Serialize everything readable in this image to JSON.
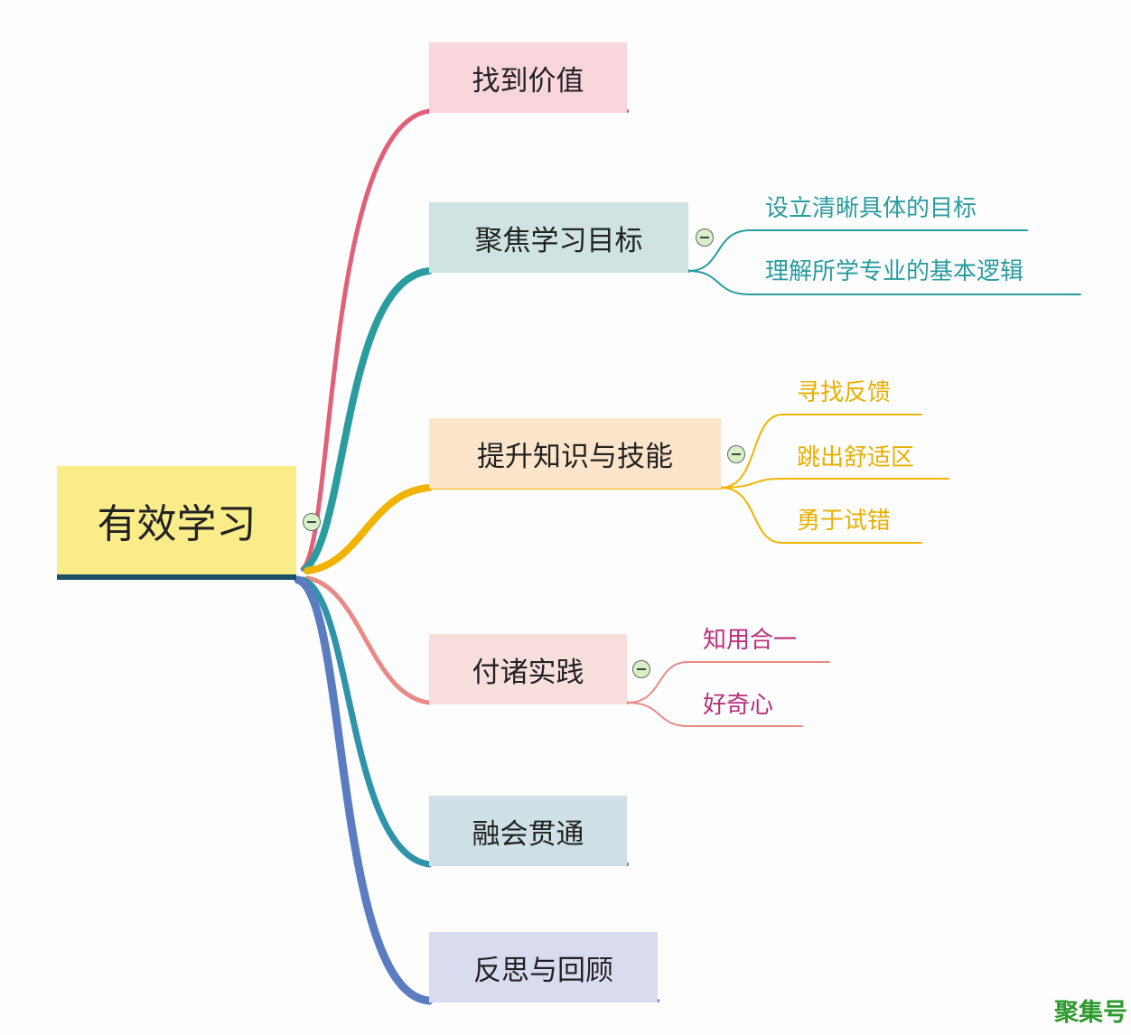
{
  "root": {
    "label": "有效学习"
  },
  "branches": [
    {
      "label": "找到价值",
      "bg": "#f9d5dc",
      "color": "#e0607a"
    },
    {
      "label": "聚焦学习目标",
      "bg": "#cfe3e3",
      "color": "#2a9c9f",
      "children": [
        "设立清晰具体的目标",
        "理解所学专业的基本逻辑"
      ]
    },
    {
      "label": "提升知识与技能",
      "bg": "#fde5cc",
      "color": "#f0b400",
      "children": [
        "寻找反馈",
        "跳出舒适区",
        "勇于试错"
      ]
    },
    {
      "label": "付诸实践",
      "bg": "#f9dede",
      "color": "#e88a86",
      "children": [
        "知用合一",
        "好奇心"
      ]
    },
    {
      "label": "融会贯通",
      "bg": "#cfe0e6",
      "color": "#2f93aa"
    },
    {
      "label": "反思与回顾",
      "bg": "#d9dcef",
      "color": "#5b7cc0"
    }
  ],
  "leaf_text_colors": {
    "b1": "#2a9c9f",
    "b2": "#e6b000",
    "b3": "#b8307a"
  },
  "watermark": "聚集号"
}
